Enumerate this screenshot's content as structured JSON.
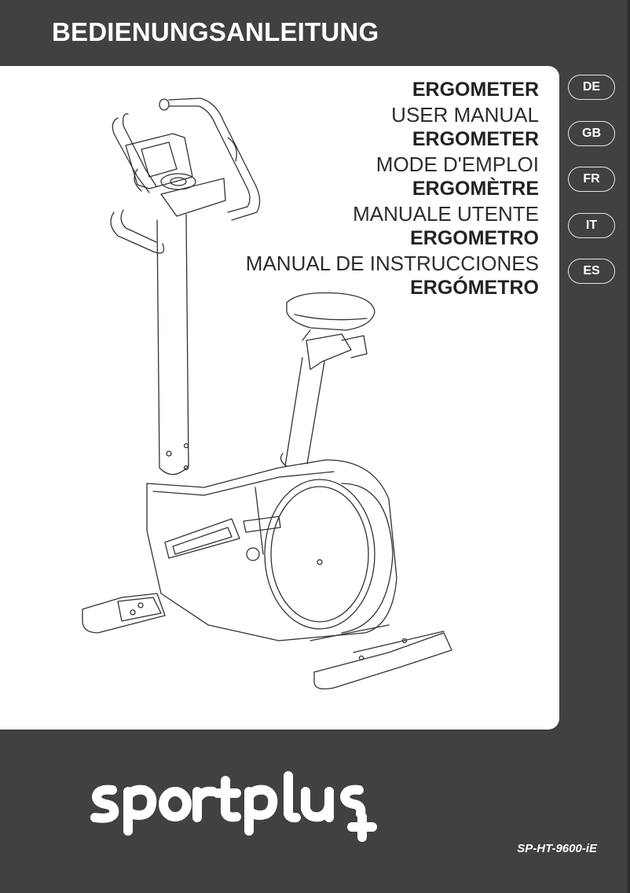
{
  "header": {
    "title": "BEDIENUNGSANLEITUNG"
  },
  "titles": [
    {
      "text": "ERGOMETER",
      "style": "bold"
    },
    {
      "text": "USER MANUAL",
      "style": "plain"
    },
    {
      "text": "ERGOMETER",
      "style": "bold"
    },
    {
      "text": "MODE D'EMPLOI",
      "style": "plain"
    },
    {
      "text": "ERGOMÈTRE",
      "style": "bold"
    },
    {
      "text": "MANUALE UTENTE",
      "style": "plain"
    },
    {
      "text": "ERGOMETRO",
      "style": "bold"
    },
    {
      "text": "MANUAL DE INSTRUCCIONES",
      "style": "plain"
    },
    {
      "text": "ERGÓMETRO",
      "style": "bold"
    }
  ],
  "languages": [
    "DE",
    "GB",
    "FR",
    "IT",
    "ES"
  ],
  "brand": {
    "logo": "sportplus"
  },
  "model": "SP-HT-9600-iE",
  "colors": {
    "background": "#414141",
    "panel": "#ffffff",
    "text_dark": "#222222"
  }
}
